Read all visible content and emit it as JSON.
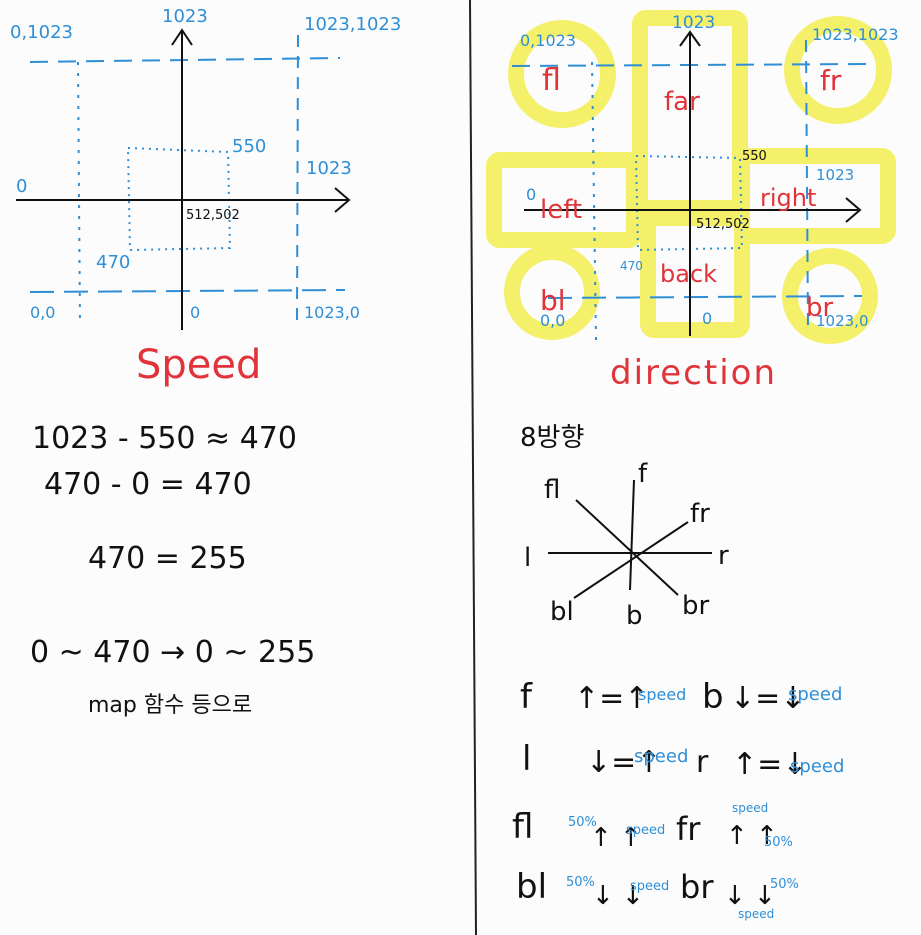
{
  "speed_graph": {
    "tl": "0,1023",
    "top": "1023",
    "tr": "1023,1023",
    "v550": "550",
    "left0": "0",
    "r1023": "1023",
    "center": "512,502",
    "v470": "470",
    "bl": "0,0",
    "bottom0": "0",
    "br": "1023,0",
    "title": "Speed"
  },
  "direction_graph": {
    "tl": "0,1023",
    "top": "1023",
    "tr": "1023,1023",
    "v550": "550",
    "r1023": "1023",
    "center": "512,502",
    "v470": "470",
    "bl": "0,0",
    "bottom0": "0",
    "br": "1023,0",
    "left0": "0",
    "labels": {
      "fl": "fl",
      "far": "far",
      "fr": "fr",
      "left": "left",
      "right": "right",
      "back": "back",
      "bl": "bl",
      "br": "br"
    },
    "title": "direction"
  },
  "math_notes": {
    "line1": "1023 - 550 ≈ 470",
    "line2": "470 - 0 = 470",
    "line3": "470 = 255",
    "line4": "0 ~ 470 → 0 ~ 255",
    "line5": "map 함수 등으로"
  },
  "eight_dir": {
    "heading": "8방향",
    "labels": {
      "f": "f",
      "fl": "fl",
      "fr": "fr",
      "l": "l",
      "r": "r",
      "bl": "bl",
      "b": "b",
      "br": "br"
    }
  },
  "motor_rules": {
    "rows": [
      {
        "a_dir": "f",
        "a_motors": "↑=↑",
        "a_note": "speed",
        "b_dir": "b",
        "b_motors": "↓=↓",
        "b_note": "speed"
      },
      {
        "a_dir": "l",
        "a_motors": "↓=↑",
        "a_note": "speed",
        "b_dir": "r",
        "b_motors": "↑=↓",
        "b_note": "speed"
      }
    ],
    "fl": {
      "dir": "fl",
      "pct": "50%",
      "arrows": "↑ ↑",
      "note": "speed"
    },
    "fr": {
      "dir": "fr",
      "pct": "50%",
      "arrows": "↑ ↑",
      "note": "speed"
    },
    "bl": {
      "dir": "bl",
      "pct": "50%",
      "arrows": "↓ ↓",
      "note": "speed"
    },
    "br": {
      "dir": "br",
      "pct": "50%",
      "arrows": "↓ ↓",
      "note": "speed"
    }
  },
  "colors": {
    "blue": "#2f8fd6",
    "red": "#e0333a",
    "yellow": "#f4f06a",
    "ink": "#111111"
  }
}
